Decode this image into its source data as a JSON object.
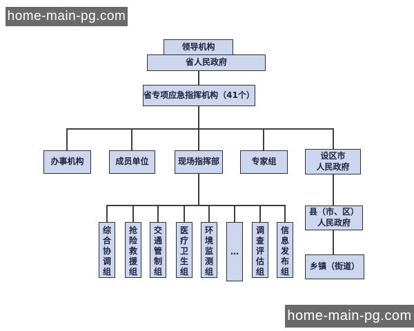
{
  "watermark": {
    "text": "home-main-pg.com"
  },
  "org": {
    "level1": "领导机构",
    "level2": "省人民政府",
    "level3": "省专项应急指挥机构（41个）",
    "branches": [
      "办事机构",
      "成员单位",
      "现场指挥部",
      "专家组",
      "设区市\n人民政府"
    ],
    "tasks": [
      "综合协调组",
      "抢险救援组",
      "交通管制组",
      "医疗卫生组",
      "环境监测组",
      "…",
      "调查评估组",
      "信息发布组"
    ],
    "county": "县（市、区）\n人民政府",
    "town": "乡镇（街道）"
  },
  "colors": {
    "box_fill": "#ccd7ee",
    "box_border": "#2e2e3a",
    "connector_line": "#3d3d3d",
    "box_text": "#23233f",
    "watermark_bg": "#6a6a6a",
    "watermark_text": "#ffffff"
  }
}
